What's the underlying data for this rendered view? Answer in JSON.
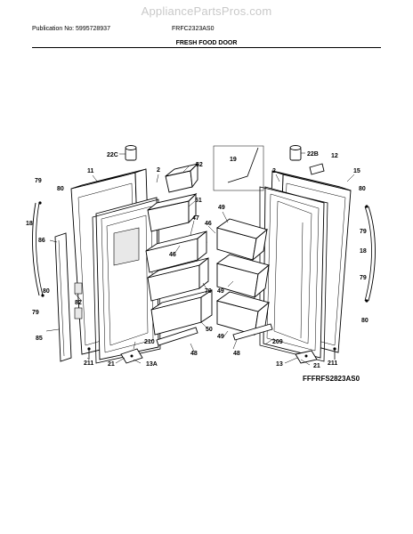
{
  "watermark": "AppliancePartsPros.com",
  "header": {
    "publication": "Publication No: 5995728937",
    "model": "FRFC2323AS0",
    "title": "FRESH FOOD DOOR"
  },
  "diagram_code": "FFFRFS2823AS0",
  "callouts": {
    "c22C": "22C",
    "c22B": "22B",
    "c12": "12",
    "c19": "19",
    "c52": "52",
    "c11": "11",
    "c2_left": "2",
    "c2_right": "2",
    "c15": "15",
    "c79_tl": "79",
    "c80_tl": "80",
    "c80_tr": "80",
    "c79_tr": "79",
    "c51": "51",
    "c49_top": "49",
    "c47": "47",
    "c46_left": "46",
    "c46_right": "46",
    "c18_left": "18",
    "c18_right": "18",
    "c86": "86",
    "c49_mid": "49",
    "c70": "70",
    "c79_rm": "79",
    "c82": "82",
    "c80_lm": "80",
    "c79_lm": "79",
    "c50": "50",
    "c49_bot": "49",
    "c80_rm": "80",
    "c85": "85",
    "c210": "210",
    "c209": "209",
    "c48_left": "48",
    "c48_right": "48",
    "c211_left": "211",
    "c211_right": "211",
    "c21_left": "21",
    "c13A": "13A",
    "c13": "13",
    "c21_right": "21"
  }
}
